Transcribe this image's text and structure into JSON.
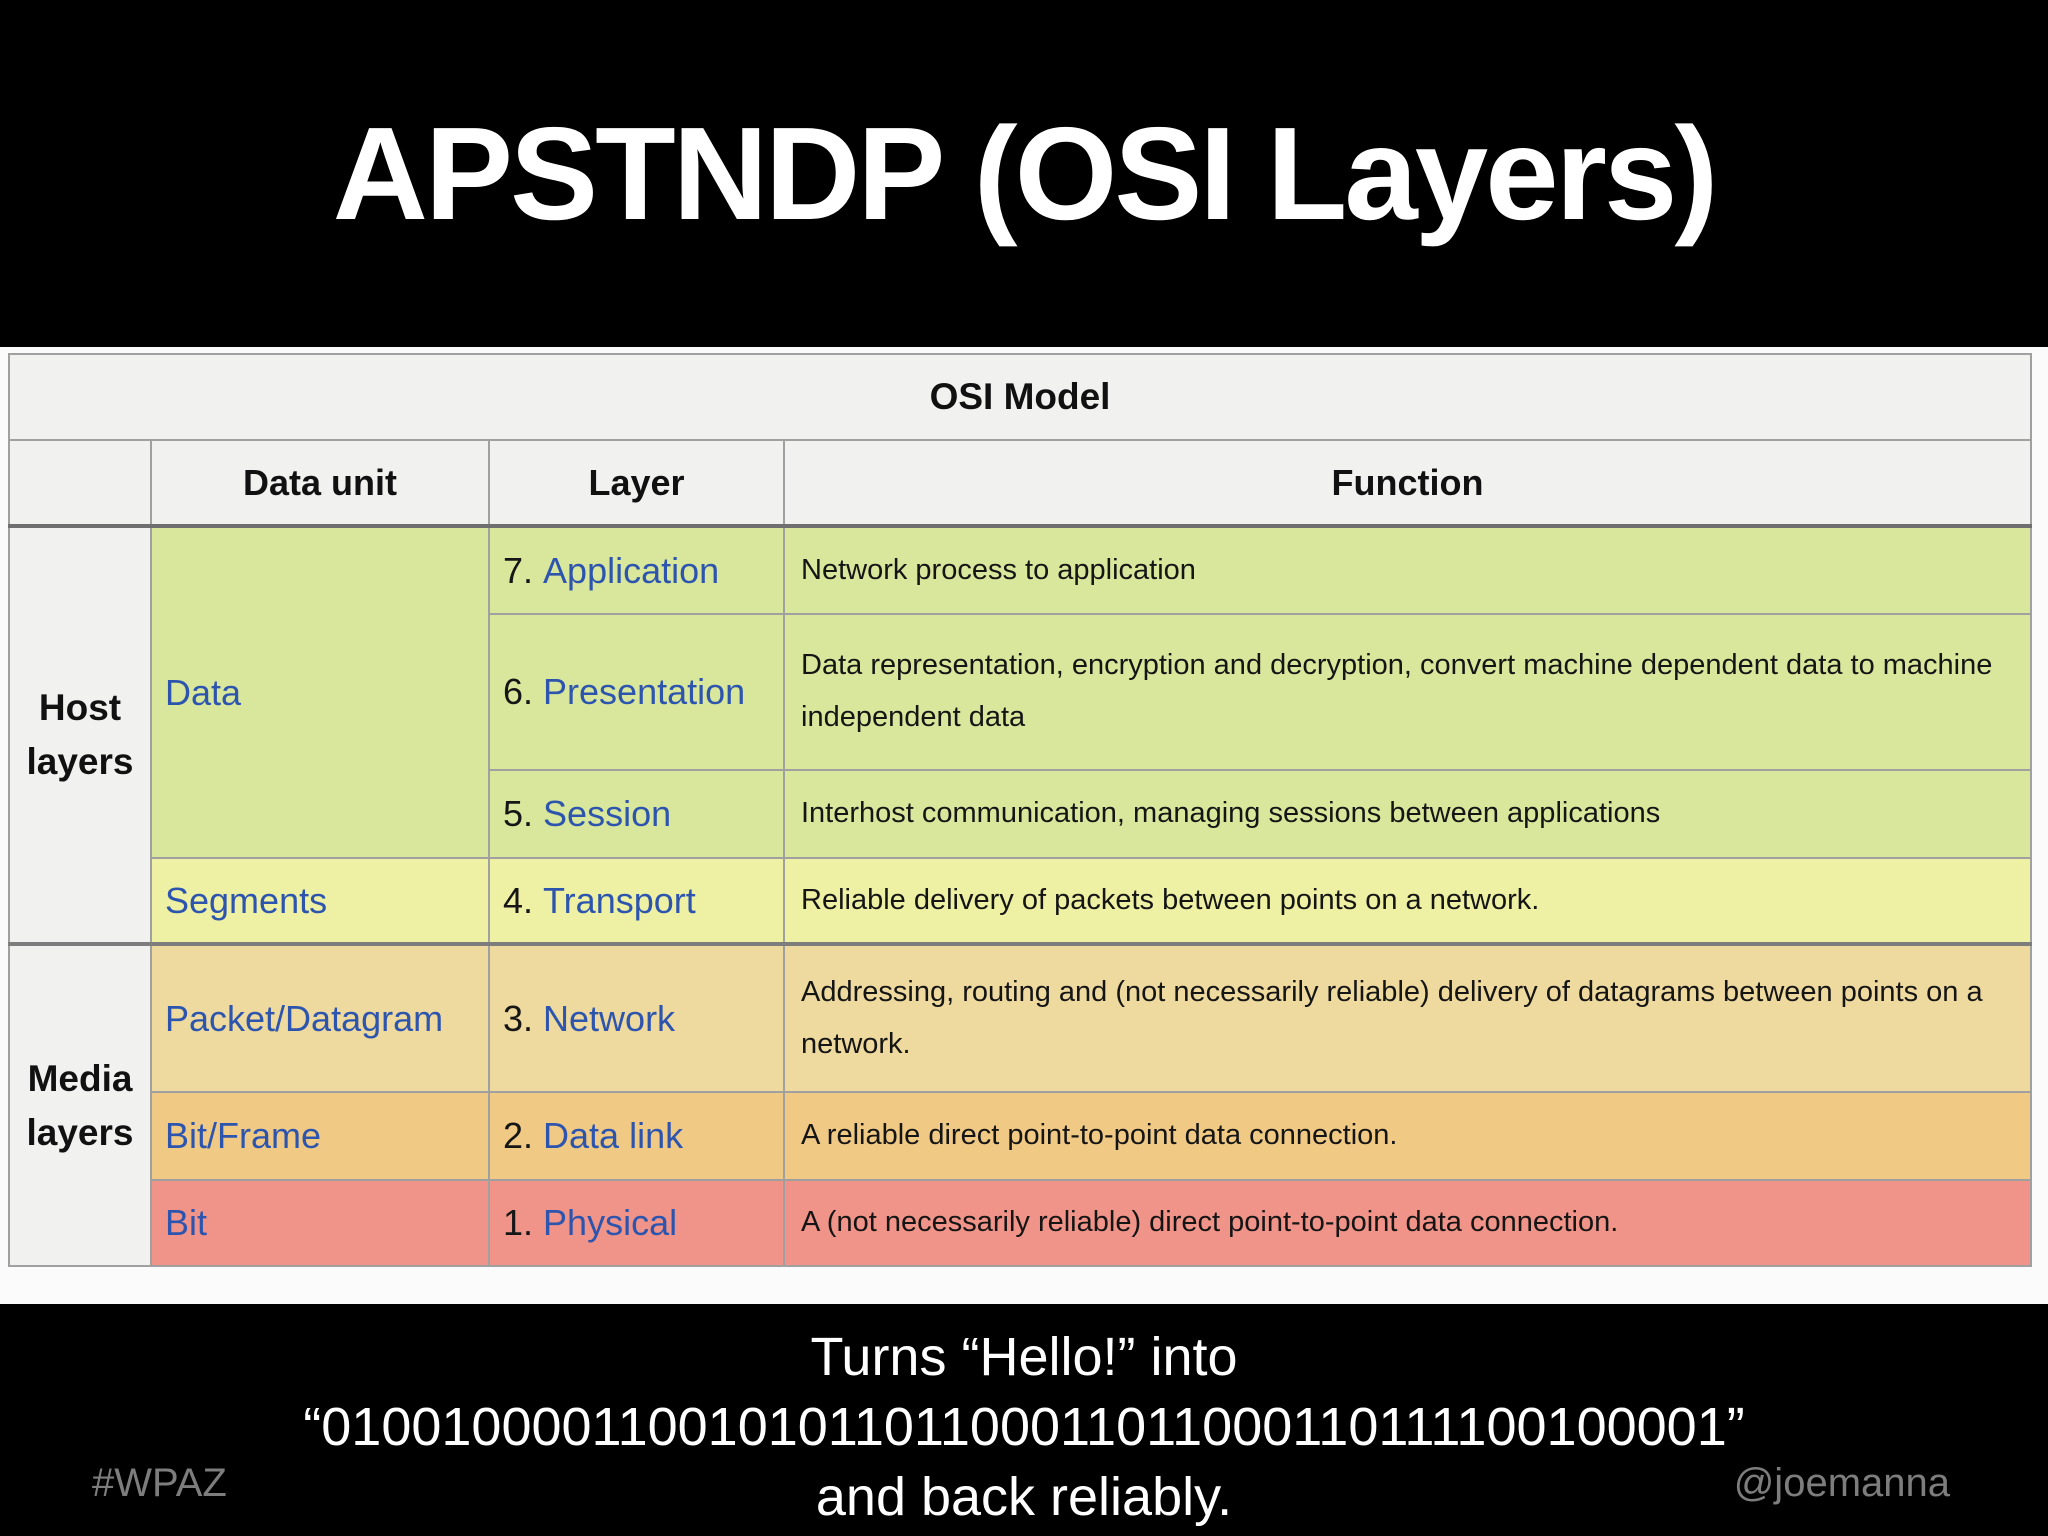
{
  "slide": {
    "title": "APSTNDP (OSI Layers)",
    "footer": {
      "line1": "Turns “Hello!” into",
      "line2": "“010010000110010101101100011011000110111100100001”",
      "line3": "and back reliably.",
      "hashtag": "#WPAZ",
      "handle": "@joemanna"
    }
  },
  "table": {
    "title": "OSI Model",
    "columns": {
      "group": "",
      "data_unit": "Data unit",
      "layer": "Layer",
      "function": "Function"
    },
    "groups": {
      "host": "Host layers",
      "media": "Media layers"
    },
    "rows": [
      {
        "data_unit": "Data",
        "layer_num": "7.",
        "layer_name": "Application",
        "function": "Network process to application",
        "color": "host_green"
      },
      {
        "layer_num": "6.",
        "layer_name": "Presentation",
        "function": "Data representation, encryption and decryption, convert machine dependent data to machine independent data",
        "color": "host_green"
      },
      {
        "layer_num": "5.",
        "layer_name": "Session",
        "function": "Interhost communication, managing sessions between applications",
        "color": "host_green"
      },
      {
        "data_unit": "Segments",
        "layer_num": "4.",
        "layer_name": "Transport",
        "function": "Reliable delivery of packets between points on a network.",
        "color": "transport_yellow"
      },
      {
        "data_unit": "Packet/Datagram",
        "layer_num": "3.",
        "layer_name": "Network",
        "function": "Addressing, routing and (not necessarily reliable) delivery of datagrams between points on a network.",
        "color": "network_tan"
      },
      {
        "data_unit": "Bit/Frame",
        "layer_num": "2.",
        "layer_name": "Data link",
        "function": "A reliable direct point-to-point data connection.",
        "color": "datalink_orange"
      },
      {
        "data_unit": "Bit",
        "layer_num": "1.",
        "layer_name": "Physical",
        "function": "A (not necessarily reliable) direct point-to-point data connection.",
        "color": "physical_salmon"
      }
    ]
  },
  "colors": {
    "host_green": "#d9e79c",
    "transport_yellow": "#eef0a4",
    "network_tan": "#eed99e",
    "datalink_orange": "#f0ca85",
    "physical_salmon": "#f09489",
    "link_blue": "#2d55ae",
    "header_gray": "#f1f1ef",
    "slide_black": "#000000",
    "muted_gray": "#7d7d7d"
  }
}
